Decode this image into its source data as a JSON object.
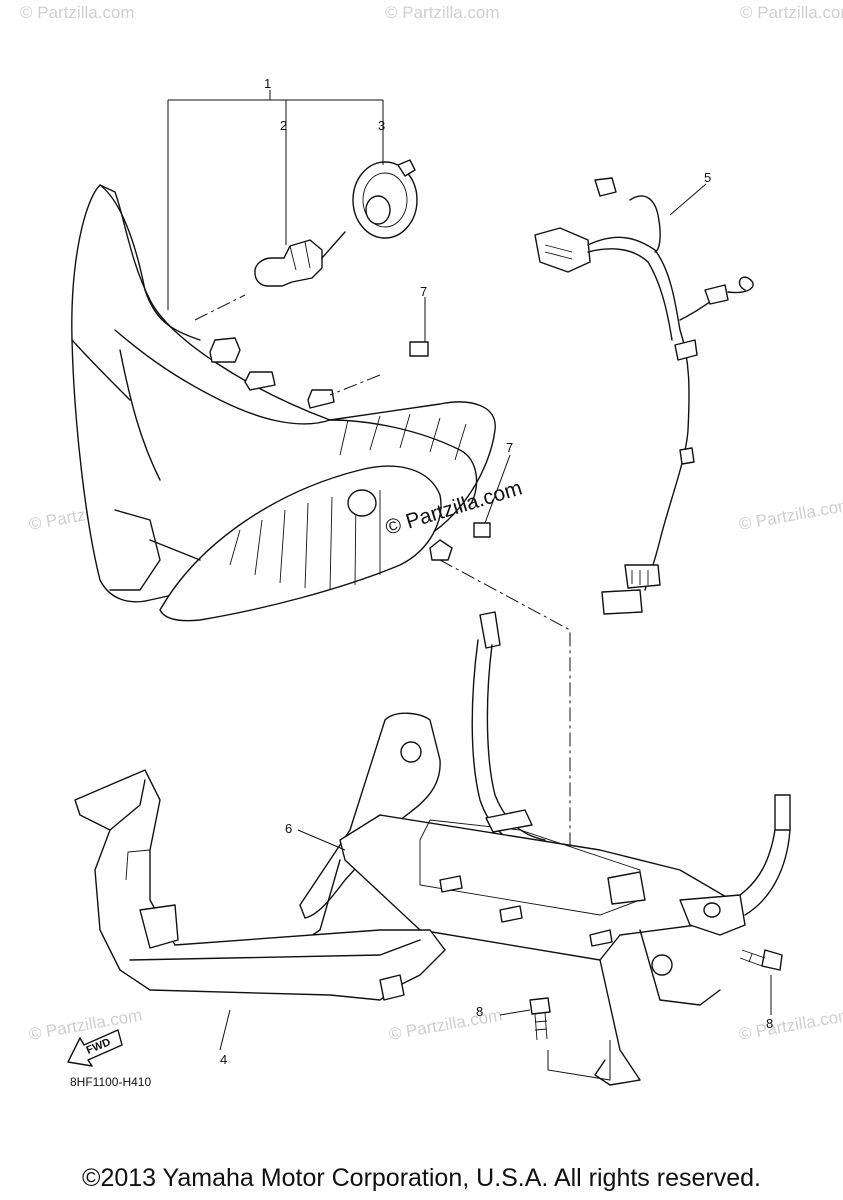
{
  "diagram": {
    "callouts": {
      "c1": "1",
      "c2": "2",
      "c3": "3",
      "c4": "4",
      "c5": "5",
      "c6": "6",
      "c7a": "7",
      "c7b": "7",
      "c8a": "8",
      "c8b": "8"
    },
    "part_code": "8HF1100-H410",
    "fwd_label": "FWD",
    "watermarks": {
      "center": "© Partzilla.com",
      "faint": "© Partzilla.com"
    },
    "copyright": "©2013 Yamaha Motor Corporation, U.S.A. All rights reserved."
  }
}
